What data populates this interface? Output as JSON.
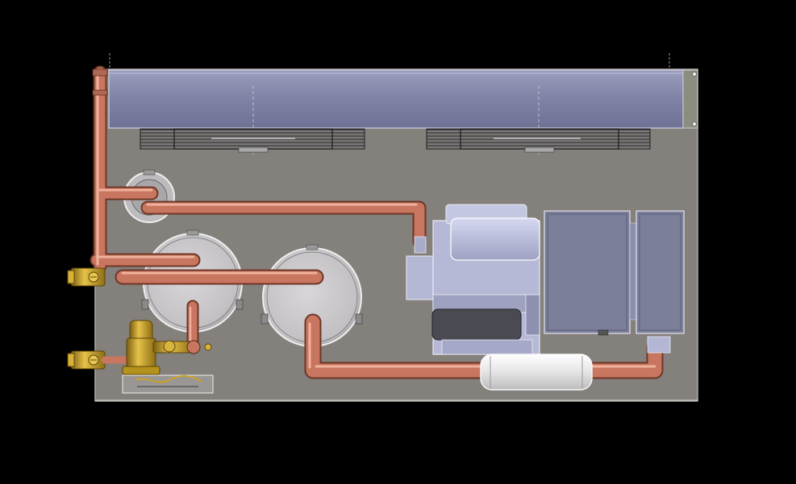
{
  "view": {
    "background": "#000000",
    "kind": "cad-render-refrigeration-condensing-unit"
  },
  "components": [
    {
      "id": "condenser-coil",
      "label": ""
    },
    {
      "id": "condenser-fan-left",
      "label": ""
    },
    {
      "id": "condenser-fan-right",
      "label": ""
    },
    {
      "id": "suction-accumulator",
      "label": ""
    },
    {
      "id": "liquid-receiver-left",
      "label": ""
    },
    {
      "id": "liquid-receiver-right",
      "label": ""
    },
    {
      "id": "compressor",
      "label": ""
    },
    {
      "id": "electrical-box-left",
      "label": ""
    },
    {
      "id": "electrical-box-right",
      "label": ""
    },
    {
      "id": "oil-separator",
      "label": ""
    },
    {
      "id": "service-valve-upper",
      "label": ""
    },
    {
      "id": "service-valve-lower",
      "label": ""
    },
    {
      "id": "solenoid-valve",
      "label": ""
    },
    {
      "id": "filter-drier-bracket",
      "label": ""
    }
  ],
  "colors": {
    "base_plate": "#84807c",
    "base_plate_edge": "#9c9894",
    "condenser": "#7f82a4",
    "condenser_edge": "#c9cbe0",
    "copper": "#c8765f",
    "copper_light": "#e9a48e",
    "copper_dark": "#8c4a38",
    "brass": "#c9a227",
    "brass_dark": "#7a5f10",
    "tank": "#c9c7c9",
    "tank_edge": "#f2f2f2",
    "compressor_body": "#a8abcc",
    "compressor_light": "#d5d8f0",
    "compressor_dark": "#555560",
    "electrical": "#7b7f9a",
    "separator": "#e6e6e6"
  }
}
